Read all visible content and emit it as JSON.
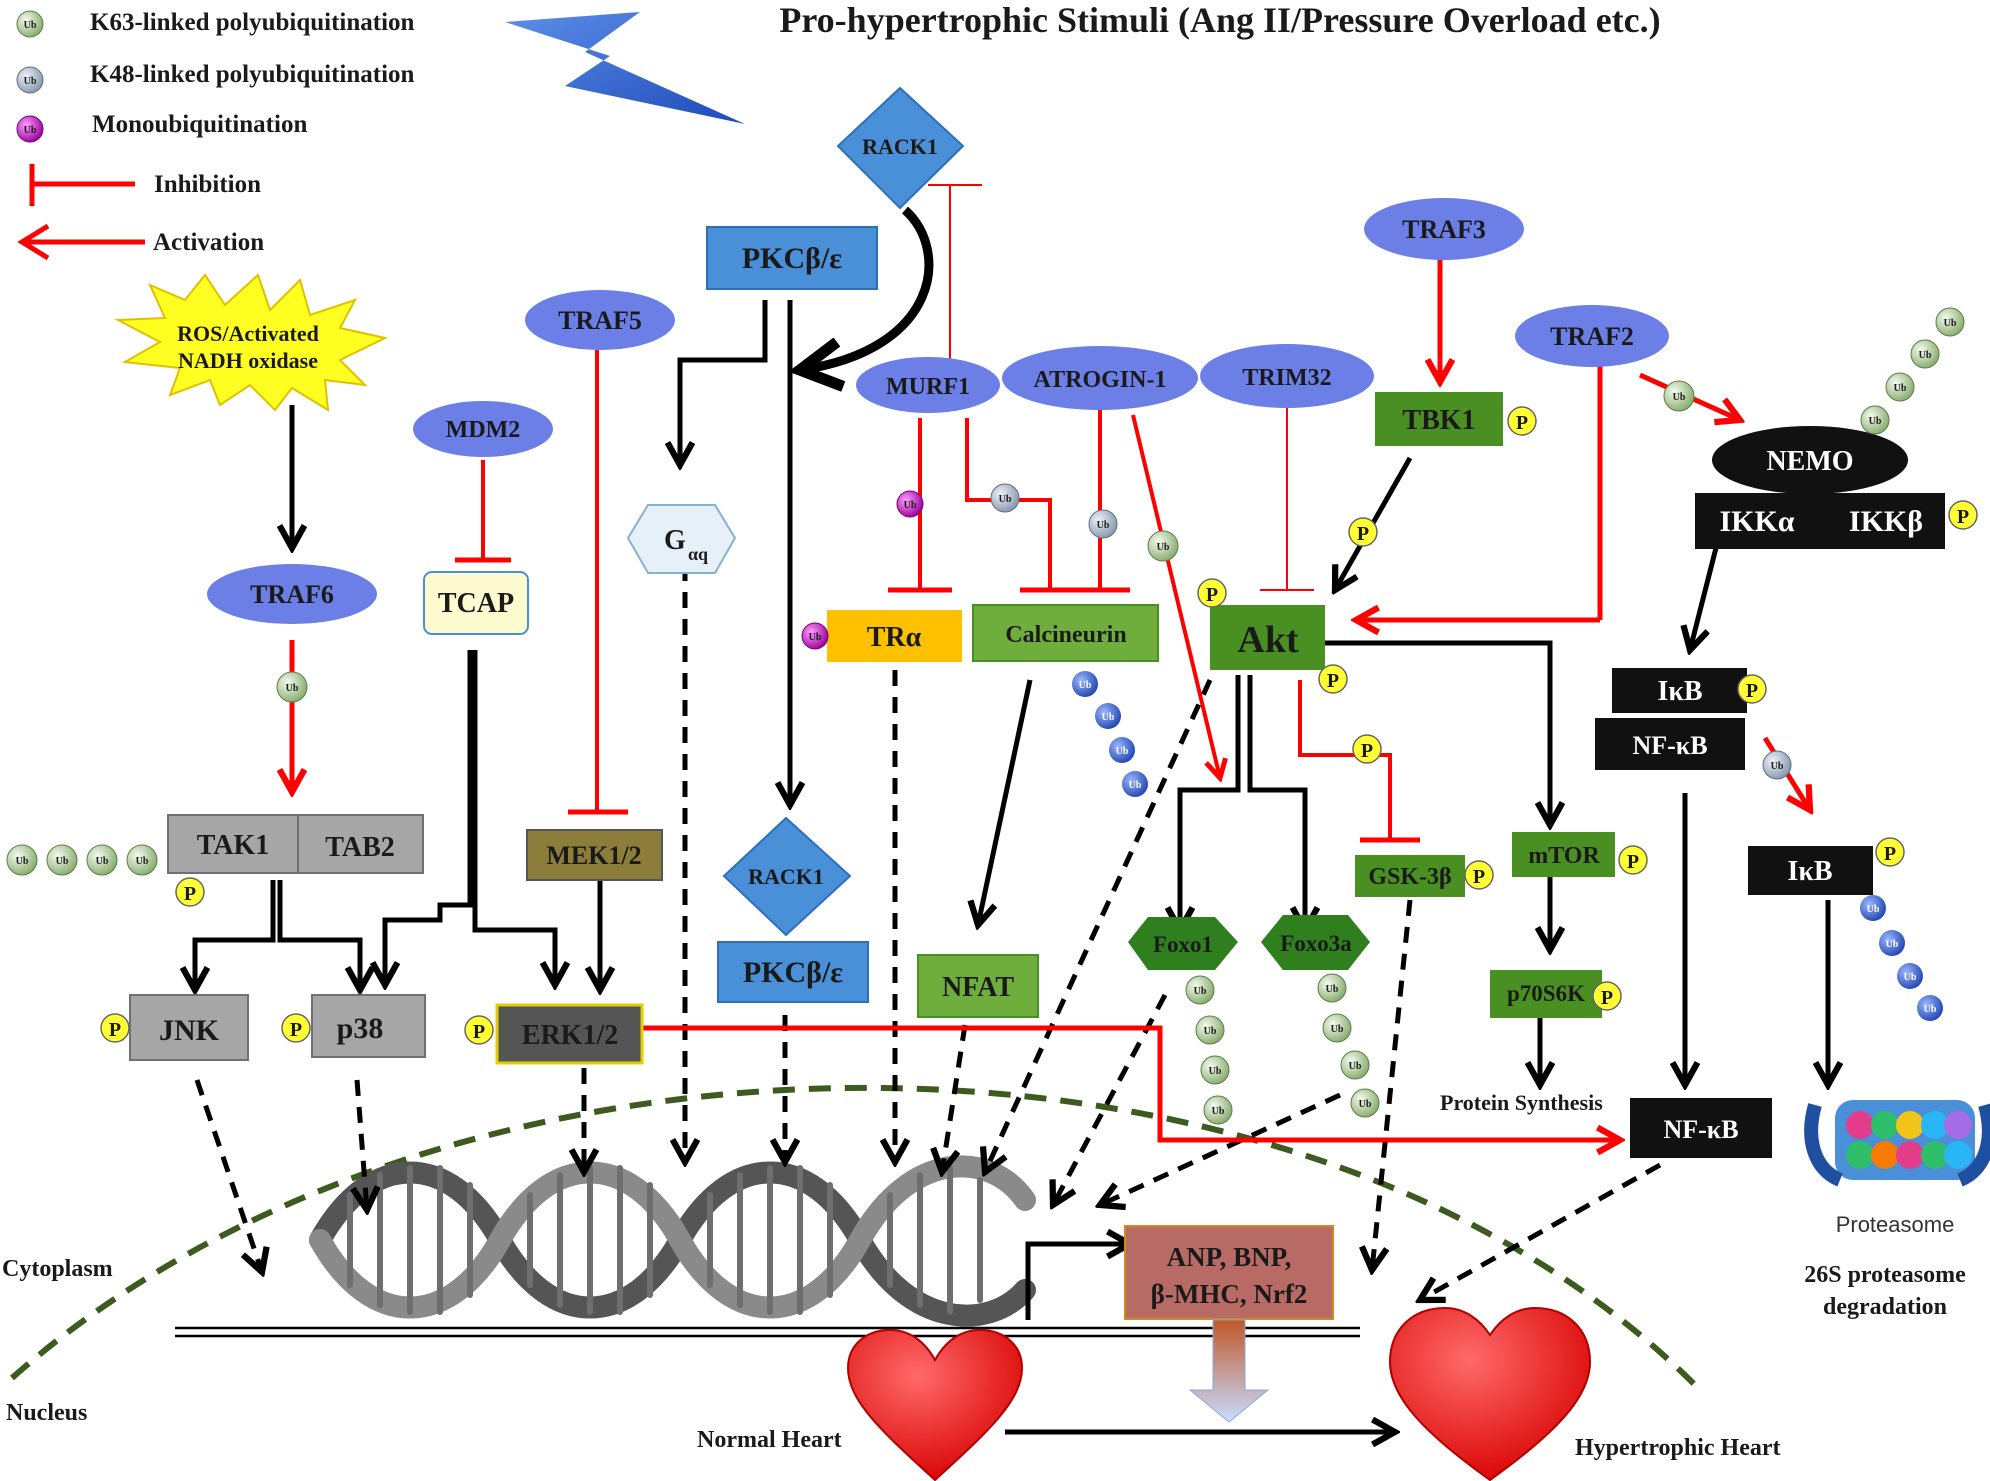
{
  "title": "Pro-hypertrophic Stimuli (Ang II/Pressure Overload etc.)",
  "legend": {
    "k63": "K63-linked polyubiquitination",
    "k48": "K48-linked polyubiquitination",
    "mono": "Monoubiquitination",
    "inhibition": "Inhibition",
    "activation": "Activation"
  },
  "badges": {
    "ub": "Ub",
    "p": "P"
  },
  "nodes": {
    "ros_line1": "ROS/Activated",
    "ros_line2": "NADH oxidase",
    "traf6": "TRAF6",
    "mdm2": "MDM2",
    "tcap": "TCAP",
    "traf5": "TRAF5",
    "rack1_top": "RACK1",
    "pkc_top": "PKCβ/ε",
    "gaq": "G",
    "gaq_sub": "αq",
    "murf1": "MURF1",
    "atrogin1": "ATROGIN-1",
    "trim32": "TRIM32",
    "traf3": "TRAF3",
    "tbk1": "TBK1",
    "traf2": "TRAF2",
    "nemo": "NEMO",
    "ikka": "IKKα",
    "ikkb": "IKKβ",
    "tra": "TRα",
    "calcineurin": "Calcineurin",
    "akt": "Akt",
    "ikb_top": "IκB",
    "nfkb_top": "NF-κB",
    "tak1": "TAK1",
    "tab2": "TAB2",
    "mek": "MEK1/2",
    "rack1_mid": "RACK1",
    "pkc_mid": "PKCβ/ε",
    "gsk3b": "GSK-3β",
    "mtor": "mTOR",
    "ikb_deg": "IκB",
    "foxo1": "Foxo1",
    "foxo3a": "Foxo3a",
    "nfat": "NFAT",
    "p70s6k": "p70S6K",
    "jnk": "JNK",
    "p38": "p38",
    "erk": "ERK1/2",
    "protein_synthesis": "Protein Synthesis",
    "nfkb_bottom": "NF-κB",
    "proteasome": "Proteasome",
    "deg_line1": "26S proteasome",
    "deg_line2": "degradation",
    "genes_line1": "ANP, BNP,",
    "genes_line2": "β-MHC, Nrf2",
    "cytoplasm": "Cytoplasm",
    "nucleus": "Nucleus",
    "normal_heart": "Normal Heart",
    "hypertrophic_heart": "Hypertrophic Heart"
  },
  "colors": {
    "activation": "#ff0000",
    "ellipse": "#6b7fe6",
    "green_box": "#5a9a2a",
    "blue_box": "#4a90d9",
    "gray_box": "#a6a6a6",
    "black_box": "#111111",
    "phospho": "#ffff33",
    "k63_ub": "#b5d4a0",
    "k48_ub": "#a9b9cc",
    "mono_ub": "#cc22cc",
    "tail_ub": "#3560c8",
    "membrane": "#3d5a1f",
    "heart": "#ff1010"
  }
}
